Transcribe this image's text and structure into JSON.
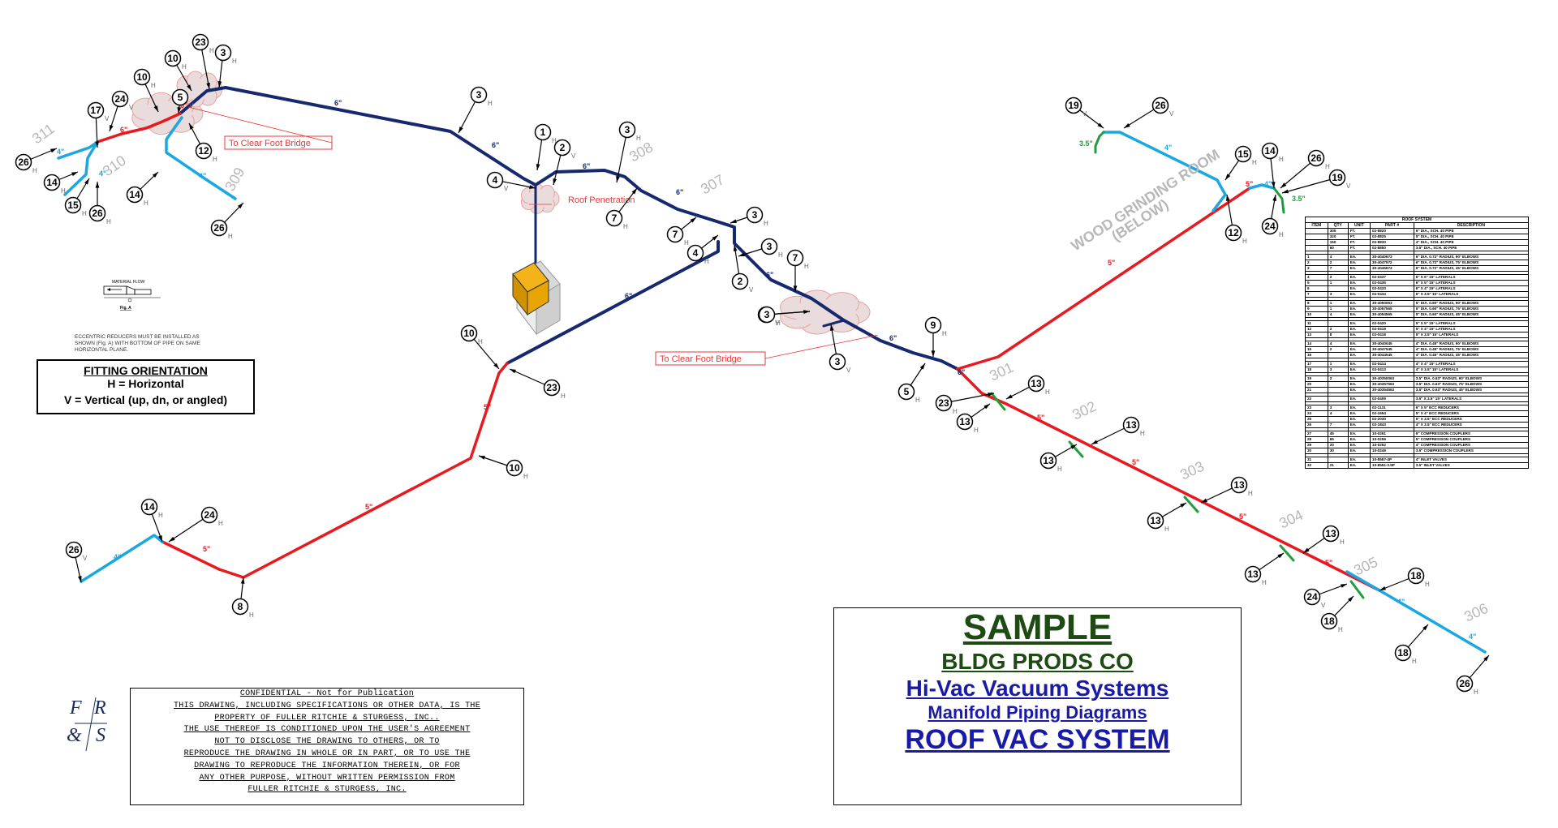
{
  "colors": {
    "six_inch_pipe": "#16286e",
    "five_inch_pipe": "#e8191f",
    "four_inch_pipe": "#1aa7e3",
    "three_five_inch_pipe": "#1f9e3b",
    "note_red": "#e6393e",
    "section_gray": "#b8b8b8",
    "title_green": "#1e4a14",
    "title_blue": "#1a1aa8"
  },
  "pipe_labels": [
    "6\"",
    "5\"",
    "4\"",
    "3.5\""
  ],
  "sections": [
    "311",
    "310",
    "309",
    "308",
    "307",
    "301",
    "302",
    "303",
    "304",
    "305",
    "306"
  ],
  "notes": {
    "clear_foot_bridge_1": "To Clear Foot Bridge",
    "clear_foot_bridge_2": "To Clear Foot Bridge",
    "roof_penetration": "Roof Penetration",
    "wood_grinding_room_line1": "WOOD GRINDING ROOM",
    "wood_grinding_room_line2": "(BELOW)"
  },
  "fitting_orientation": {
    "title": "FITTING ORIENTATION",
    "h": "H = Horizontal",
    "v": "V = Vertical (up, dn, or angled)"
  },
  "eccentric_note": "ECCENTRIC REDUCERS MUST BE INSTALLED AS SHOWN (Fig. A) WITH BOTTOM OF PIPE ON SAME HORIZONTAL PLANE.",
  "fig_a": {
    "material_flow": "MATERIAL FLOW",
    "caption": "Fig. A"
  },
  "title_block": {
    "sample": "SAMPLE",
    "company": "BLDG PRODS CO",
    "system": "Hi-Vac Vacuum Systems",
    "subtitle": "Manifold Piping Diagrams",
    "drawing": "ROOF VAC SYSTEM"
  },
  "confidential": {
    "lines": [
      "CONFIDENTIAL - Not for Publication",
      "THIS DRAWING, INCLUDING SPECIFICATIONS OR OTHER DATA, IS THE",
      "PROPERTY OF FULLER RITCHIE & STURGESS, INC..",
      "THE USE THEREOF IS CONDITIONED UPON THE USER'S AGREEMENT",
      "NOT TO DISCLOSE THE DRAWING TO OTHERS, OR TO",
      "REPRODUCE THE DRAWING IN WHOLE OR IN PART, OR TO USE THE",
      "DRAWING TO REPRODUCE THE INFORMATION THEREIN, OR FOR",
      "ANY OTHER PURPOSE, WITHOUT WRITTEN PERMISSION FROM",
      "FULLER RITCHIE & STURGESS, INC."
    ]
  },
  "logo": {
    "letters": [
      "F",
      "R",
      "&",
      "S"
    ]
  },
  "materials_table": {
    "title": "ROOF SYSTEM",
    "headers": [
      "ITEM",
      "QTY",
      "UNIT",
      "PART #",
      "DESCRIPTION"
    ],
    "rows": [
      [
        "",
        "305",
        "FT.",
        "02-8820",
        "6\" DIA., SCH. 40 PIPE"
      ],
      [
        "",
        "320",
        "FT.",
        "02-8825",
        "5\" DIA., SCH. 40 PIPE"
      ],
      [
        "",
        "150",
        "FT.",
        "02-8830",
        "4\" DIA., SCH. 40 PIPE"
      ],
      [
        "",
        "60",
        "FT.",
        "02-8850",
        "3.5\" DIA., SCH. 40 PIPE"
      ],
      [
        "",
        "",
        "",
        "",
        ""
      ],
      [
        "1",
        "4",
        "EA.",
        "30-4040673",
        "6\" DIA. 0.72\" RADIUS, 90° ELBOWS"
      ],
      [
        "2",
        "2",
        "EA.",
        "30-4047572",
        "6\" DIA. 0.72\" RADIUS, 75° ELBOWS"
      ],
      [
        "3",
        "7",
        "EA.",
        "30-4045673",
        "6\" DIA. 0.72\" RADIUS, 45° ELBOWS"
      ],
      [
        "",
        "",
        "",
        "",
        ""
      ],
      [
        "4",
        "2",
        "EA.",
        "02-0437",
        "6\" X 6\" 15° LATERALS"
      ],
      [
        "5",
        "1",
        "EA.",
        "02-0435",
        "6\" X 5\" 15° LATERALS"
      ],
      [
        "6",
        "",
        "EA.",
        "02-0433",
        "6\" X 4\" 15° LATERALS"
      ],
      [
        "7",
        "3",
        "EA.",
        "02-0434",
        "6\" X 3.5\" 15° LATERALS"
      ],
      [
        "",
        "",
        "",
        "",
        ""
      ],
      [
        "8",
        "1",
        "EA.",
        "30-4050063",
        "5\" DIA. 0.60\" RADIUS, 90° ELBOWS"
      ],
      [
        "9",
        "1",
        "EA.",
        "30-4057565",
        "5\" DIA. 0.60\" RADIUS, 75° ELBOWS"
      ],
      [
        "10",
        "4",
        "EA.",
        "30-4054565",
        "5\" DIA. 0.60\" RADIUS, 45° ELBOWS"
      ],
      [
        "",
        "",
        "",
        "",
        ""
      ],
      [
        "11",
        "",
        "EA.",
        "02-0420",
        "5\" X 5\" 15° LATERALS"
      ],
      [
        "12",
        "2",
        "EA.",
        "02-0419",
        "5\" X 4\" 15° LATERALS"
      ],
      [
        "13",
        "8",
        "EA.",
        "02-0418",
        "5\" X 3.5\" 15° LATERALS"
      ],
      [
        "",
        "",
        "",
        "",
        ""
      ],
      [
        "14",
        "4",
        "EA.",
        "30-4040045",
        "4\" DIA. 0.45\" RADIUS, 90° ELBOWS"
      ],
      [
        "15",
        "2",
        "EA.",
        "30-4047545",
        "4\" DIA. 0.45\" RADIUS, 75° ELBOWS"
      ],
      [
        "16",
        "",
        "EA.",
        "30-4044545",
        "4\" DIA. 0.45\" RADIUS, 45° ELBOWS"
      ],
      [
        "",
        "",
        "",
        "",
        ""
      ],
      [
        "17",
        "1",
        "EA.",
        "02-0414",
        "4\" X 4\" 15° LATERALS"
      ],
      [
        "18",
        "3",
        "EA.",
        "02-0413",
        "4\" X 3.5\" 15° LATERALS"
      ],
      [
        "",
        "",
        "",
        "",
        ""
      ],
      [
        "19",
        "2",
        "EA.",
        "30-40350063",
        "3.5\" DIA. 0.63\" RADIUS, 90° ELBOWS"
      ],
      [
        "20",
        "",
        "EA.",
        "30-40357563",
        "3.5\" DIA. 0.63\" RADIUS, 75° ELBOWS"
      ],
      [
        "21",
        "",
        "EA.",
        "30-40354563",
        "3.5\" DIA. 0.63\" RADIUS, 45° ELBOWS"
      ],
      [
        "",
        "",
        "",
        "",
        ""
      ],
      [
        "22",
        "",
        "EA.",
        "02-0409",
        "3.5\" X 3.5\" 15° LATERALS"
      ],
      [
        "",
        "",
        "",
        "",
        ""
      ],
      [
        "23",
        "3",
        "EA.",
        "02-1131",
        "6\" X 5\" ECC REDUCERS"
      ],
      [
        "24",
        "4",
        "EA.",
        "02-1654",
        "5\" X 4\" ECC REDUCERS"
      ],
      [
        "25",
        "",
        "EA.",
        "02-2030",
        "5\" X 3.5\" ECC REDUCERS"
      ],
      [
        "26",
        "7",
        "EA.",
        "02-1843",
        "4\" X 3.5\" ECC REDUCERS"
      ],
      [
        "",
        "",
        "",
        "",
        ""
      ],
      [
        "27",
        "45",
        "EA.",
        "10-0261",
        "6\" COMPRESSION COUPLERS"
      ],
      [
        "28",
        "65",
        "EA.",
        "10-0259",
        "5\" COMPRESSION COUPLERS"
      ],
      [
        "29",
        "20",
        "EA.",
        "10-0252",
        "4\" COMPRESSION COUPLERS"
      ],
      [
        "30",
        "30",
        "EA.",
        "10-0249",
        "3.5\" COMPRESSION COUPLERS"
      ],
      [
        "",
        "",
        "",
        "",
        ""
      ],
      [
        "31",
        "",
        "EA.",
        "10-8567-4P",
        "4\" INLET VALVES"
      ],
      [
        "32",
        "21",
        "EA.",
        "10-8551-3.5P",
        "3.5\" INLET VALVES"
      ]
    ]
  }
}
